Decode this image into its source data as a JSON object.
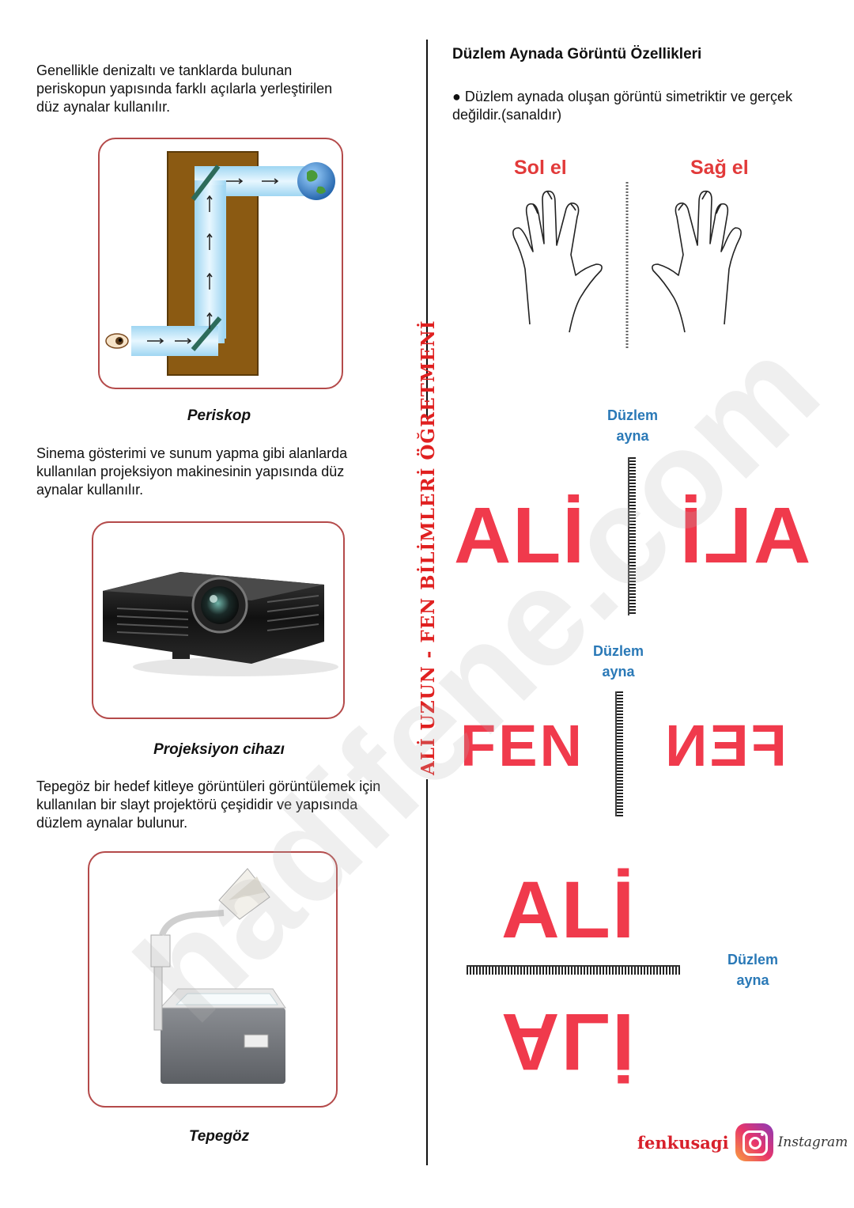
{
  "left": {
    "periscope_text": "Genellikle denizaltı ve tanklarda bulunan periskopun yapısında farklı açılarla yerleştirilen düz aynalar kullanılır.",
    "periscope_caption": "Periskop",
    "projector_text": "Sinema gösterimi ve sunum yapma gibi alanlarda kullanılan projeksiyon makinesinin yapısında düz aynalar kullanılır.",
    "projector_caption": "Projeksiyon cihazı",
    "overhead_text": "Tepegöz bir hedef kitleye görüntüleri görüntülemek için kullanılan bir slayt projektörü çeşididir ve yapısında düzlem aynalar bulunur.",
    "overhead_caption": "Tepegöz"
  },
  "right": {
    "title": "Düzlem Aynada Görüntü Özellikleri",
    "bullet": "● Düzlem aynada oluşan görüntü simetriktir ve gerçek değildir.(sanaldır)",
    "left_hand_label": "Sol el",
    "right_hand_label": "Sağ el",
    "mirror_label_1a": "Düzlem",
    "mirror_label_1b": "ayna",
    "mirror_label_2a": "Düzlem",
    "mirror_label_2b": "ayna",
    "mirror_label_3a": "Düzlem",
    "mirror_label_3b": "ayna",
    "word1": "ALİ",
    "word1_mirror": "ALİ",
    "word2": "FEN",
    "word2_mirror": "FEN",
    "word3": "ALİ",
    "word3_mirror": "ALİ"
  },
  "signature": "ALİ UZUN - FEN BİLİMLERİ ÖĞRETMENİ",
  "watermark": "hadifene.com",
  "footer": {
    "brand": "fenkusagi",
    "platform": "Instagram"
  },
  "colors": {
    "accent_red": "#f03a4c",
    "mirror_blue": "#2a79b7",
    "frame_red": "#b44a4a"
  }
}
